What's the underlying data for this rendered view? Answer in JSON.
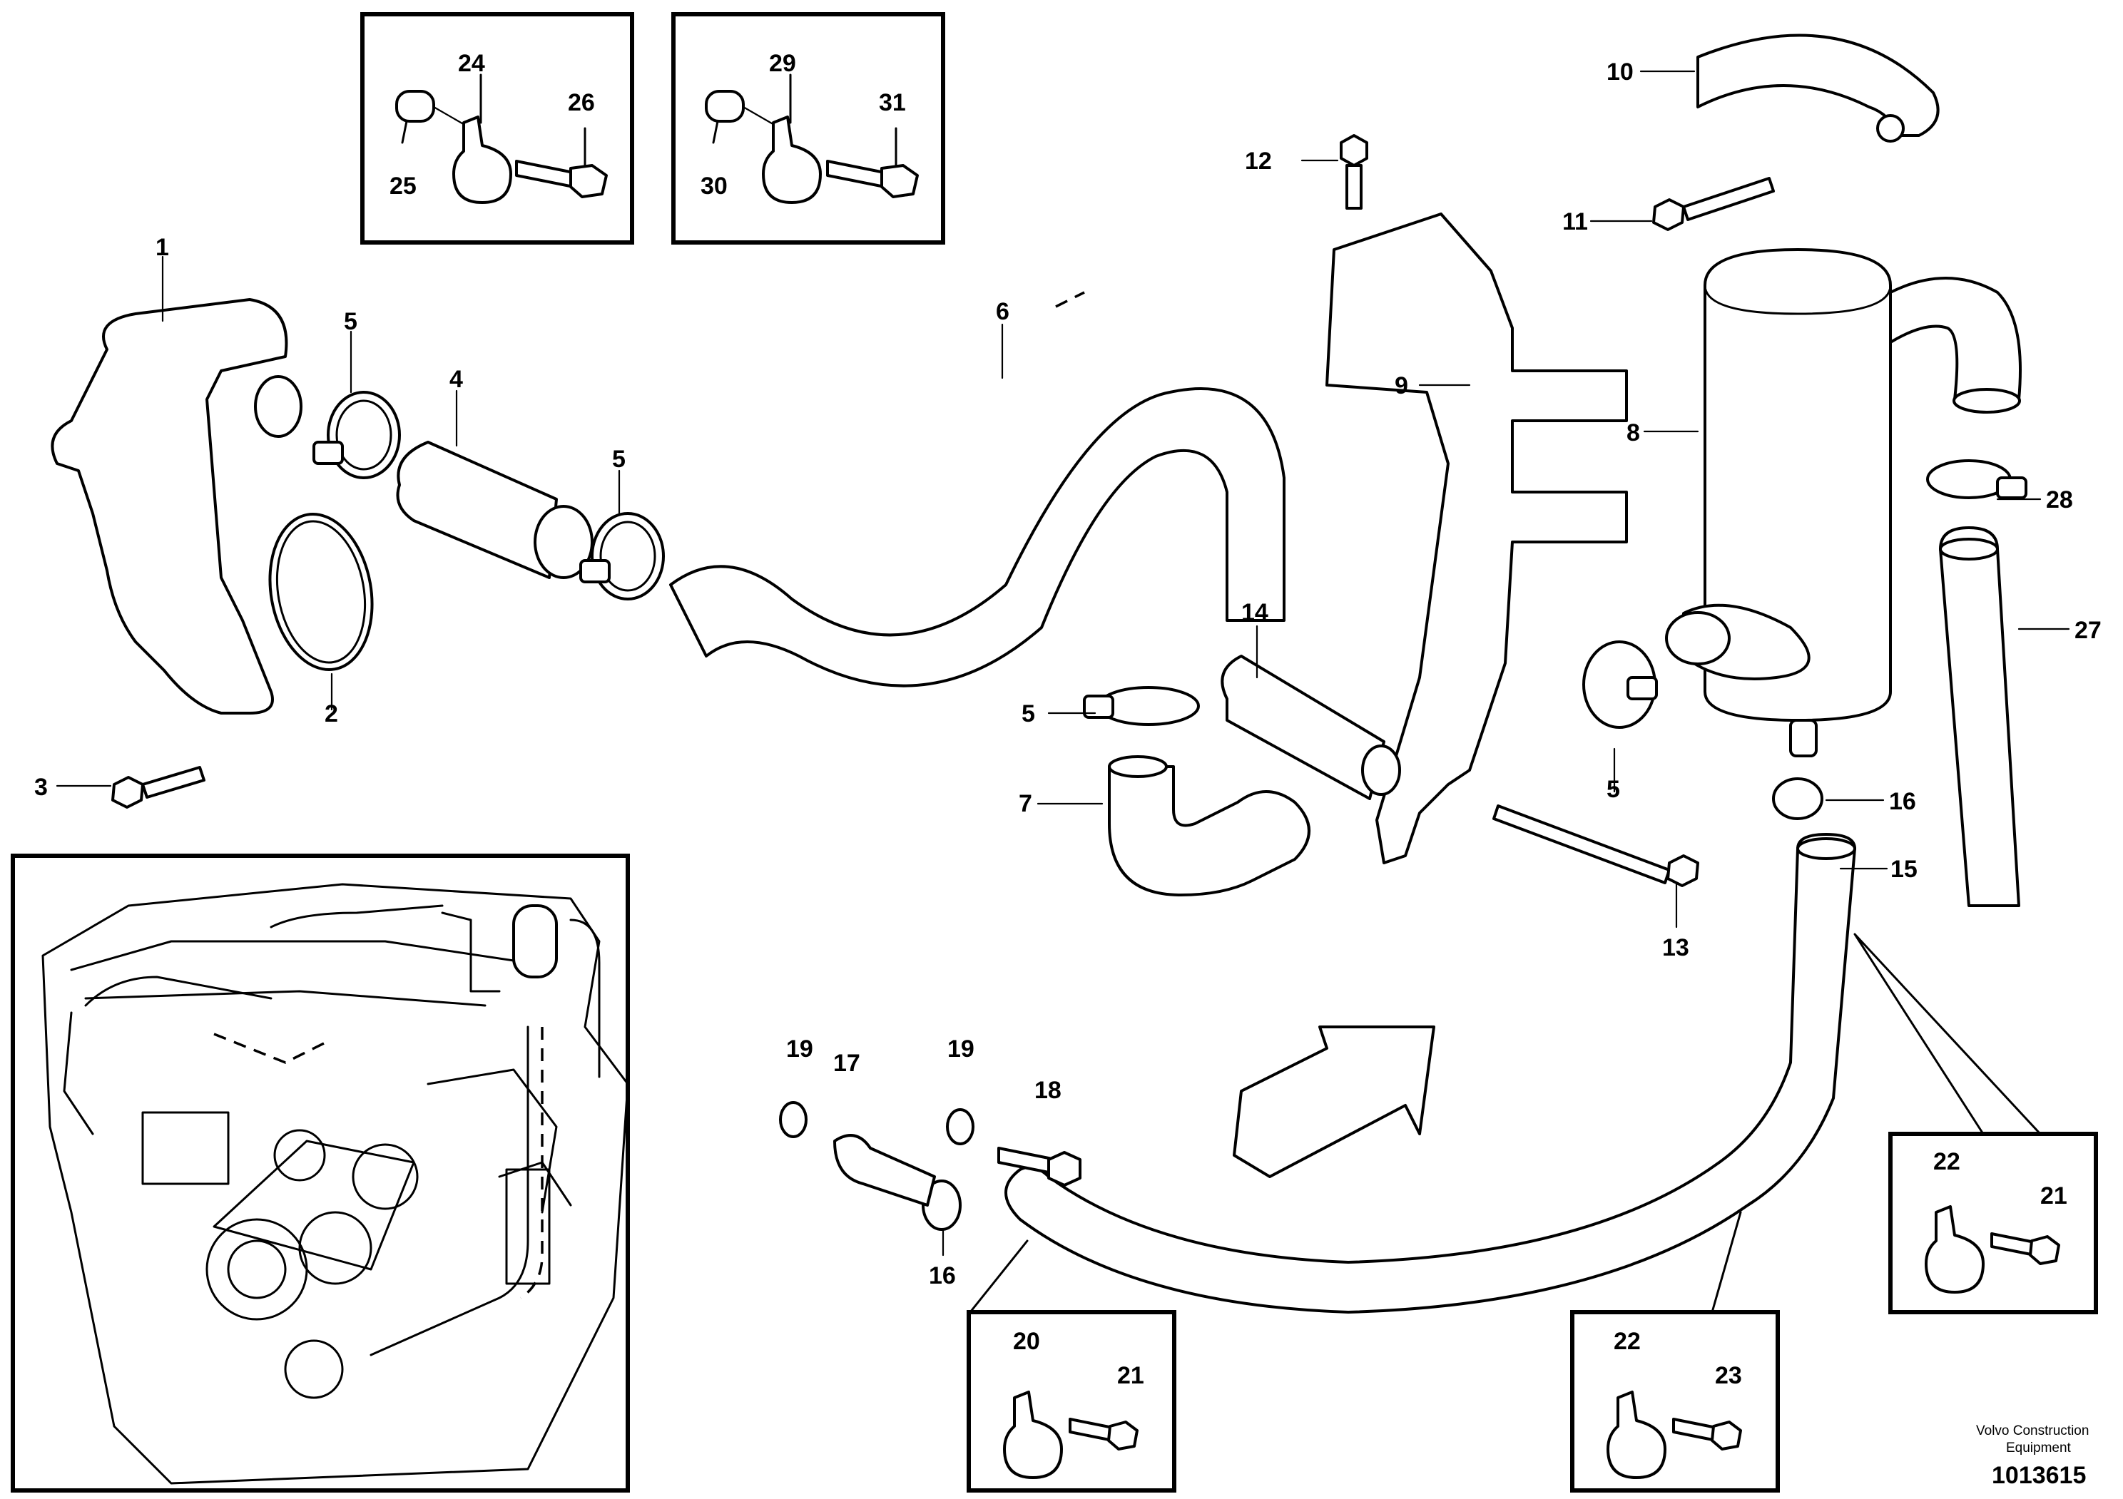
{
  "callouts": {
    "c1": "1",
    "c2": "2",
    "c3": "3",
    "c4": "4",
    "c5a": "5",
    "c5b": "5",
    "c5c": "5",
    "c5d": "5",
    "c6": "6",
    "c7": "7",
    "c8": "8",
    "c9": "9",
    "c10": "10",
    "c11": "11",
    "c12": "12",
    "c13": "13",
    "c14": "14",
    "c15": "15",
    "c16a": "16",
    "c16b": "16",
    "c17": "17",
    "c18": "18",
    "c19a": "19",
    "c19b": "19",
    "c20": "20",
    "c21a": "21",
    "c21b": "21",
    "c22a": "22",
    "c22b": "22",
    "c23": "23",
    "c24": "24",
    "c25": "25",
    "c26": "26",
    "c27": "27",
    "c28": "28",
    "c29": "29",
    "c30": "30",
    "c31": "31"
  },
  "footer": {
    "brand_line1": "Volvo Construction",
    "brand_line2": "Equipment",
    "drawing_number": "1013615"
  }
}
